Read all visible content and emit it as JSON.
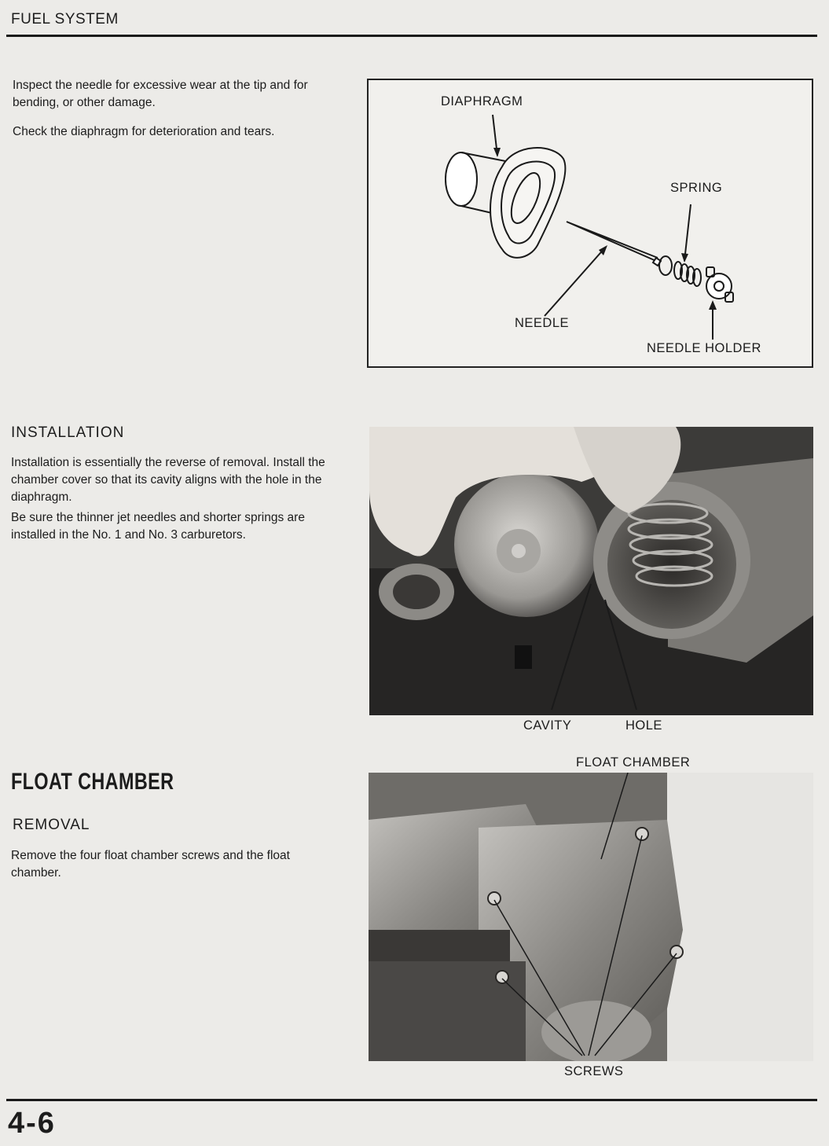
{
  "header": {
    "section": "FUEL SYSTEM"
  },
  "intro": {
    "para1": "Inspect the needle for excessive wear at the tip and for bending, or other damage.",
    "para2": "Check the diaphragm for deterioration and tears."
  },
  "diagram": {
    "labels": {
      "diaphragm": "DIAPHRAGM",
      "spring": "SPRING",
      "needle": "NEEDLE",
      "needle_holder": "NEEDLE HOLDER"
    }
  },
  "installation": {
    "heading": "INSTALLATION",
    "para1": "Installation is essentially the reverse of removal. Install the chamber cover so that its cavity aligns with the hole in the diaphragm.",
    "para2": "Be sure the thinner jet needles and shorter springs are installed in the No. 1 and No. 3 carburetors."
  },
  "photo1": {
    "labels": {
      "cavity": "CAVITY",
      "hole": "HOLE"
    }
  },
  "float_chamber": {
    "heading": "FLOAT CHAMBER",
    "subheading": "REMOVAL",
    "para1": "Remove the four float chamber screws and the float chamber."
  },
  "photo2": {
    "labels": {
      "float_chamber": "FLOAT CHAMBER",
      "screws": "SCREWS"
    }
  },
  "footer": {
    "page_number": "4-6"
  }
}
